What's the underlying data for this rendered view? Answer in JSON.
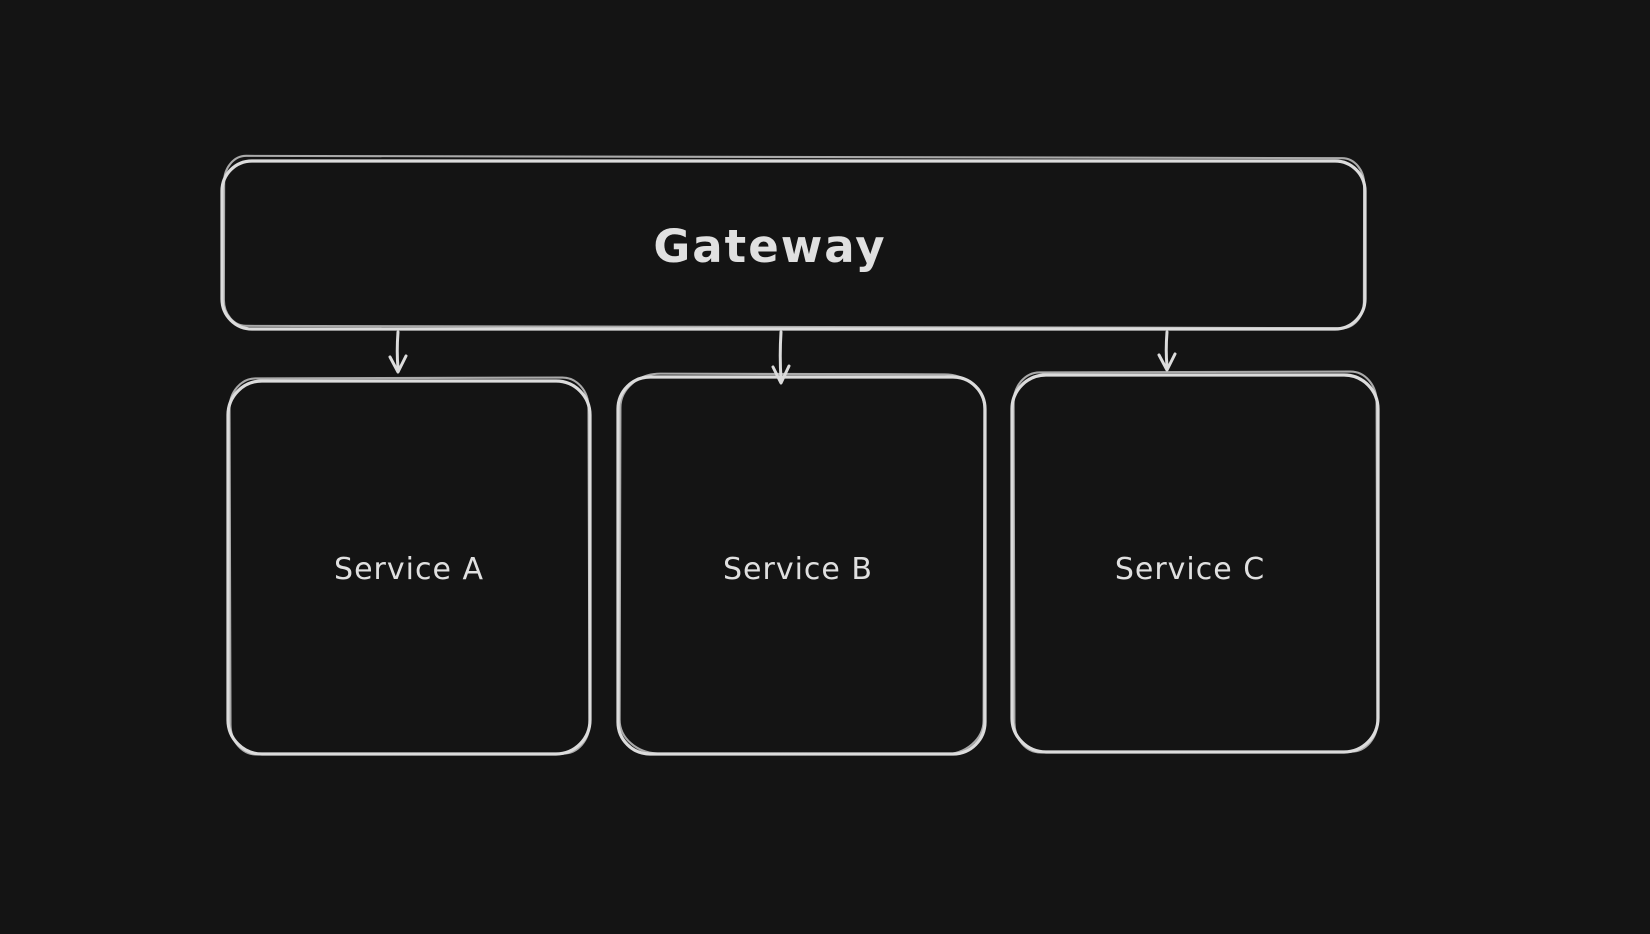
{
  "theme": {
    "canvas-bg": "#141414",
    "stroke": "#dcdcdc",
    "text": "#e0e0e0"
  },
  "diagram": {
    "type": "architecture-flow",
    "nodes": {
      "gateway": {
        "label": "Gateway",
        "shape": "rounded-rectangle"
      },
      "service_a": {
        "label": "Service A",
        "shape": "rounded-rectangle"
      },
      "service_b": {
        "label": "Service B",
        "shape": "rounded-rectangle"
      },
      "service_c": {
        "label": "Service C",
        "shape": "rounded-rectangle"
      }
    },
    "edges": [
      {
        "from": "Gateway",
        "to": "Service A",
        "style": "arrow-down"
      },
      {
        "from": "Gateway",
        "to": "Service B",
        "style": "arrow-down"
      },
      {
        "from": "Gateway",
        "to": "Service C",
        "style": "arrow-down"
      }
    ]
  }
}
